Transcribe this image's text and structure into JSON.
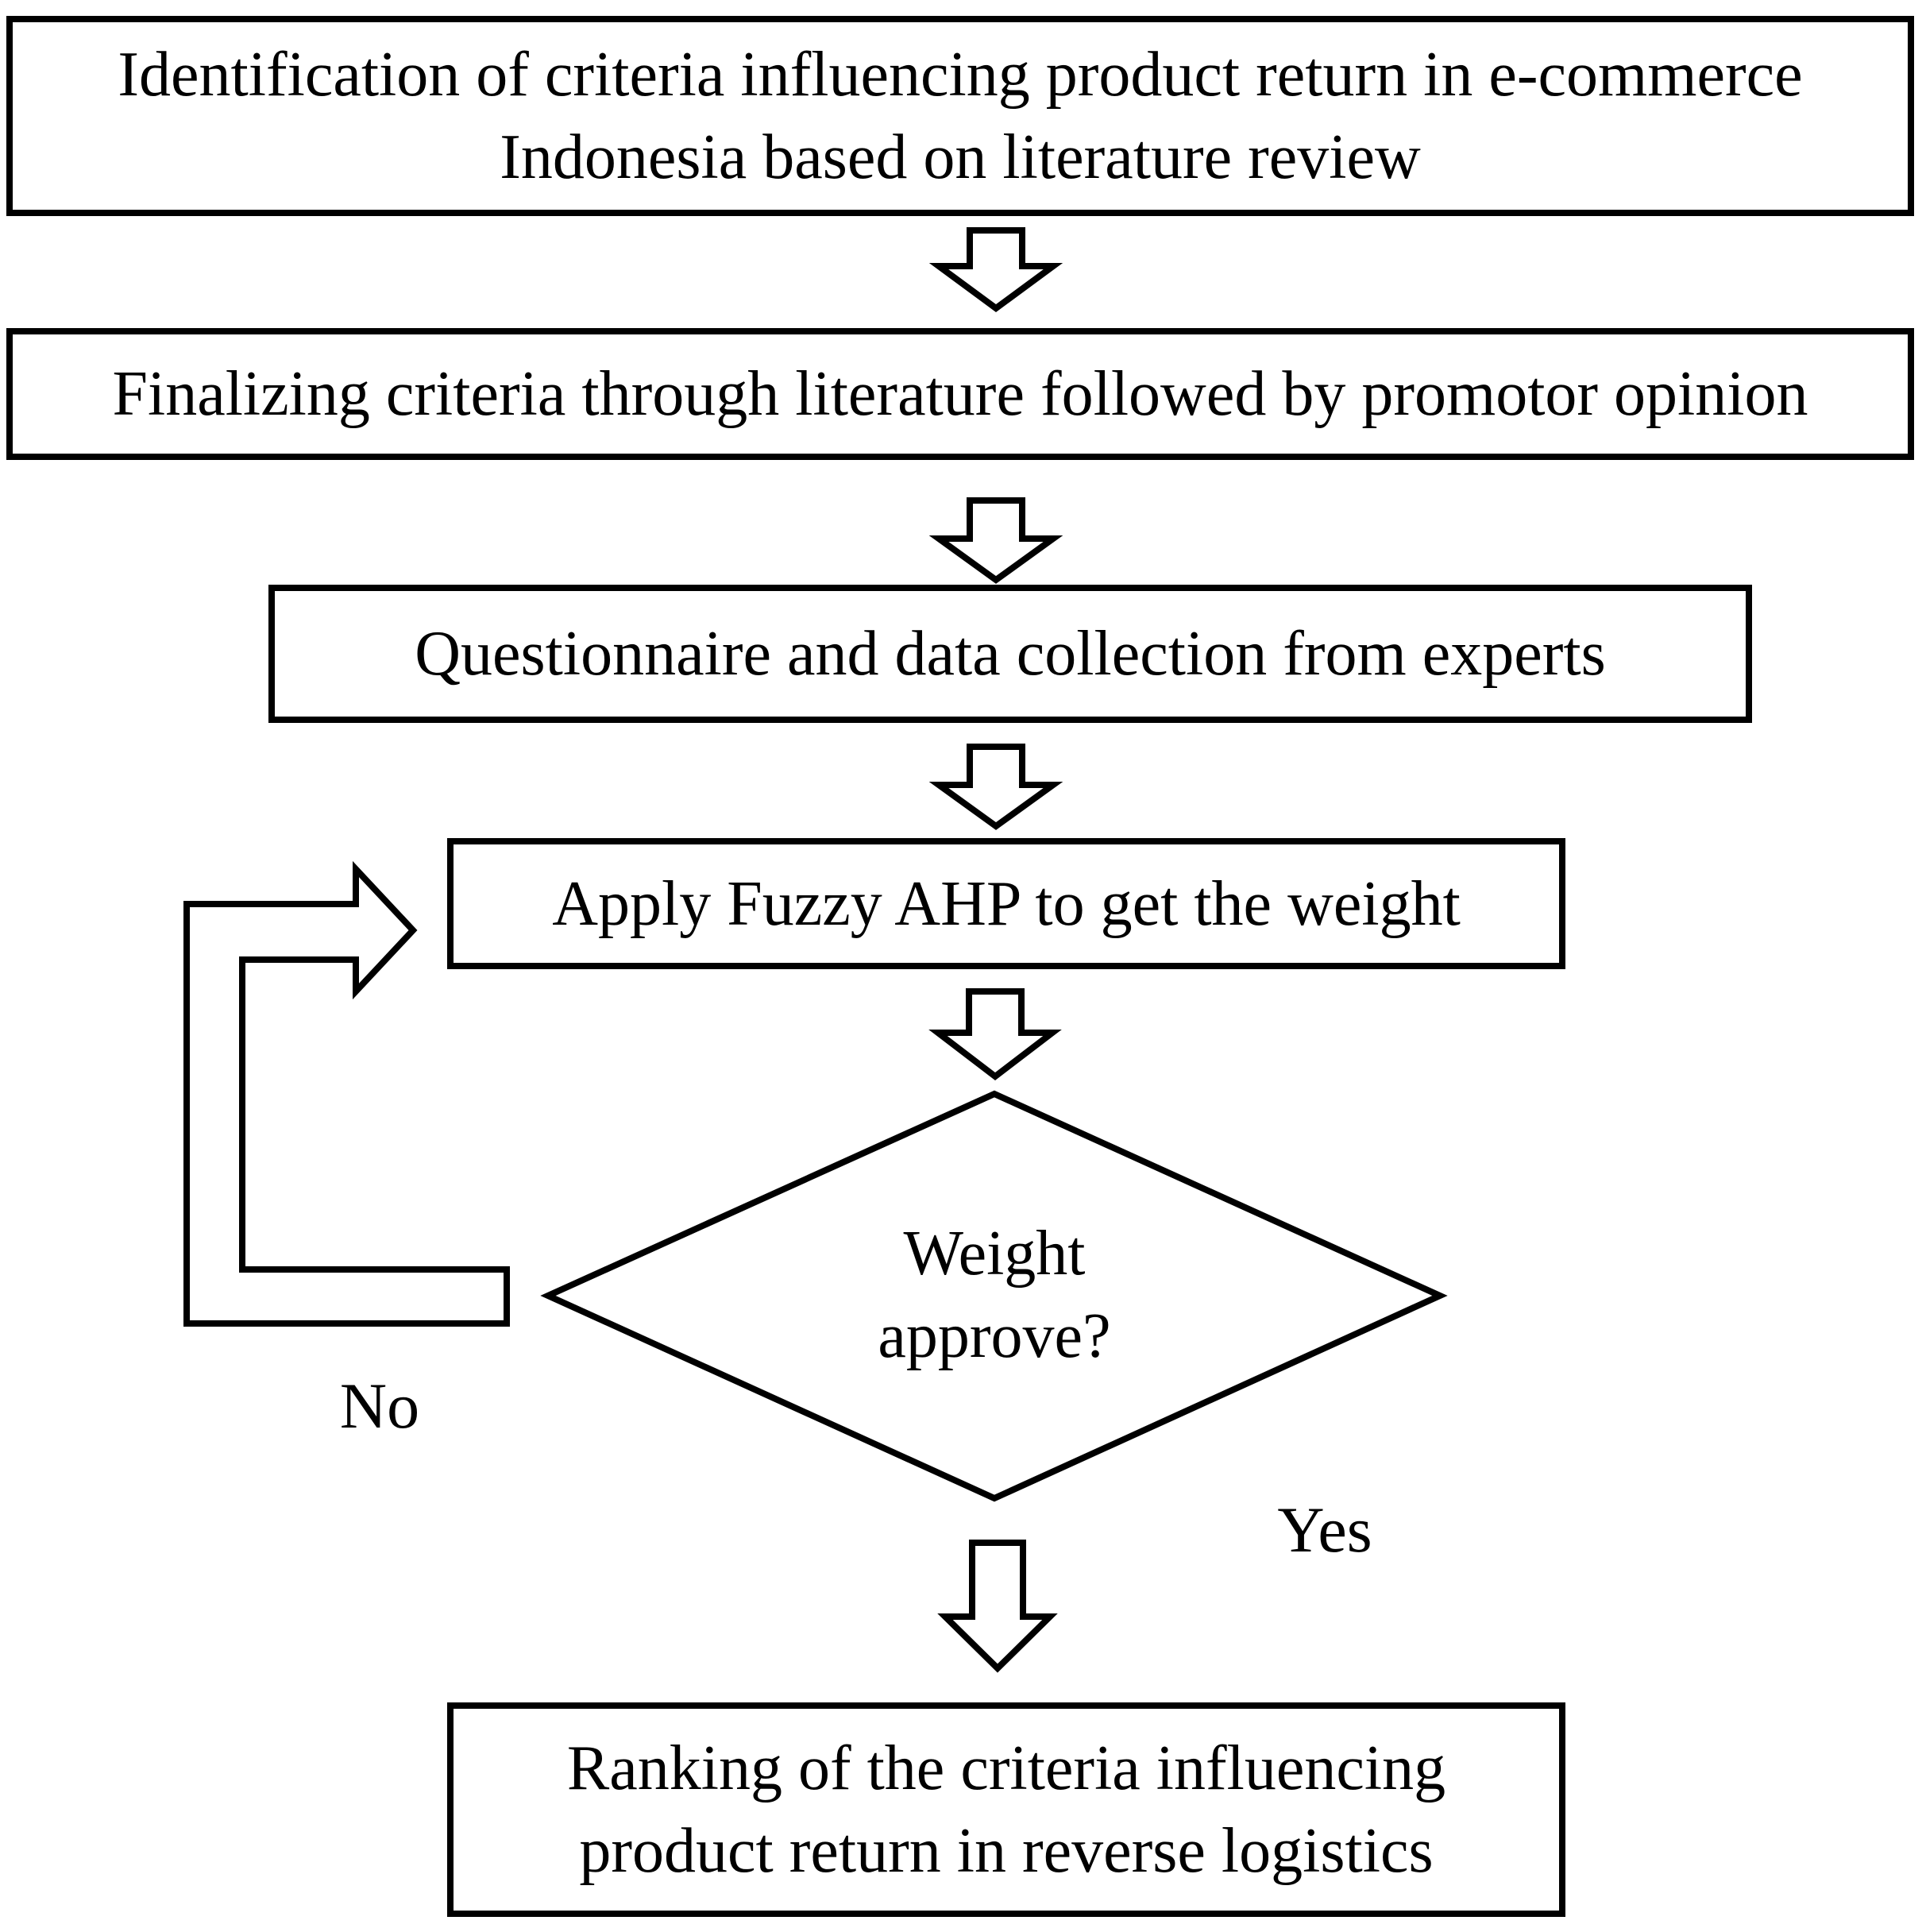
{
  "diagram": {
    "type": "flowchart",
    "nodes": {
      "step1": {
        "line1": "Identification of criteria influencing product return in e-commerce",
        "line2": "Indonesia based on literature review"
      },
      "step2": {
        "label": "Finalizing criteria through literature followed by promotor opinion"
      },
      "step3": {
        "label": "Questionnaire and data collection from experts"
      },
      "step4": {
        "label": "Apply Fuzzy AHP to get the weight"
      },
      "decision": {
        "line1": "Weight",
        "line2": "approve?"
      },
      "step5": {
        "line1": "Ranking of the criteria influencing",
        "line2": "product return in reverse logistics"
      }
    },
    "edges": {
      "no_label": "No",
      "yes_label": "Yes"
    },
    "colors": {
      "stroke": "#000000",
      "fill": "#ffffff"
    }
  }
}
